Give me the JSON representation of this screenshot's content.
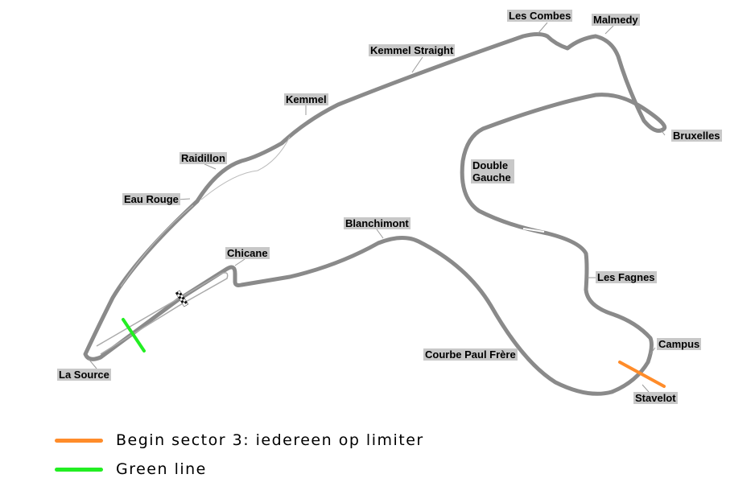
{
  "corners": {
    "les_combes": "Les Combes",
    "malmedy": "Malmedy",
    "kemmel_straight": "Kemmel Straight",
    "kemmel": "Kemmel",
    "bruxelles": "Bruxelles",
    "raidillon": "Raidillon",
    "double_gauche": "Double Gauche",
    "eau_rouge": "Eau Rouge",
    "blanchimont": "Blanchimont",
    "chicane": "Chicane",
    "les_fagnes": "Les Fagnes",
    "campus": "Campus",
    "courbe_paul_frere": "Courbe Paul Frère",
    "la_source": "La Source",
    "stavelot": "Stavelot"
  },
  "legend": {
    "orange_label": "Begin sector 3: iedereen op limiter",
    "green_label": "Green line"
  },
  "colors": {
    "track": "#8a8a8a",
    "orange_marker": "#ff8c2a",
    "green_marker": "#22ee22",
    "label_bg": "#c8c8c8"
  }
}
